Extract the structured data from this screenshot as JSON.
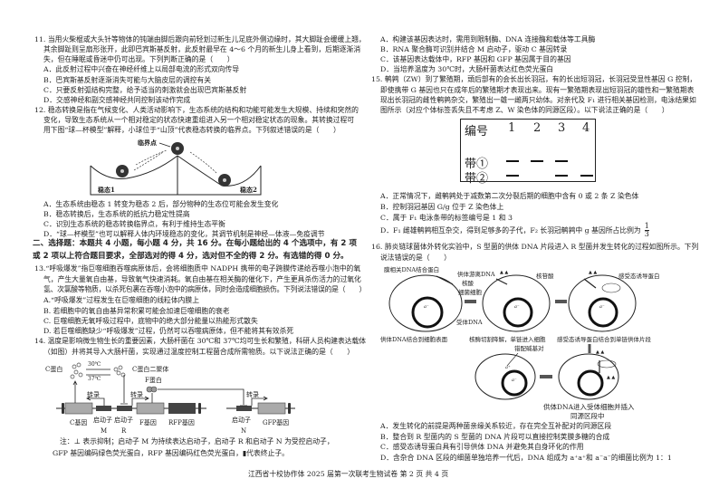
{
  "left": {
    "q11": [
      "11. 当用火柴棍或大头针等物体的钝端由脚后跟向前轻划过新生儿足底外侧边缘时，其大脚趾会缓缓上翘，",
      "其余脚趾则呈扇形张开，此即巴宾斯基反射，此反射最早在 4～6 个月的新生儿身上看到，后期逐渐消",
      "失，但在睡眠或昏迷中仍可出现。下列判断正确的是（　　）",
      "A．此反射过程中兴奋在神经纤维上以局部电流的形式双向传导",
      "B．巴宾斯基反射逐渐消失可能与大脑皮层的调控有关",
      "C．只要反射弧结构完整，给予适当的刺激就会出现巴宾斯基反射",
      "D．交感神经和副交感神经共同控制该动作完成"
    ],
    "q12": [
      "12. 稳态转换是指在气候变化、人类活动影响下，生态系统的结构和功能可能发生大规模、持续和突然的",
      "变化，导致生态系统从一个相对稳定的状态快速重组进入另一个相对稳定状态的现象。其转换过程可",
      "用下图“球—杯模型”解释，小球位于“山顶”代表稳态转换的临界点。下列叙述错误的是（　　）"
    ],
    "q12_fig": {
      "critical": "临界点",
      "state1": "稳态1",
      "state2": "稳态2"
    },
    "q12_opts": [
      "A．生态系统由稳态 1 转变为稳态 2 后，部分物种的生态位可能会发生变化",
      "B．稳态转换后，生态系统的抵抗力稳定性提高",
      "C．识别生态系统的稳态转换临界点，有利于维持生态平衡",
      "D．“球—杯模型”也可以解释人体内环境稳态的变化，其调节机制是神经—体液—免疫调节"
    ],
    "section2": [
      "二、选择题：本题共 4 小题，每小题 4 分，共 16 分。在每小题给出的 4 个选项中，有 2 项",
      "或 2 项以上符合题目要求，全部选对的得 4 分，选对但不全的得 2 分。有选错的得 0 分。"
    ],
    "q13": [
      "13.“呼吸爆发”指巨噬细胞吞噬病原体后，会将细胞质中 NADPH 携带的电子跨膜传递给吞噬小泡中的氧",
      "气，产生大量氧自由基，导致氧气快速消耗。氧自由基在相关酶的催化下，产生更具杀伤活力的过氧化",
      "氢、次氯酸等物质，以杀死包裹在吞噬小泡中的病原体，同时会造成细胞损伤。下列说法错误的是（　　）",
      "A.“呼吸爆发”过程发生在巨噬细胞的线粒体内膜上",
      "B. 若细胞中的氧自由基异常积累可能会加速巨噬细胞的衰老",
      "C. 巨噬细胞无氧呼吸过程中，底物中的绝大部分能量以热能形式散失",
      "D. 若巨噬细胞缺少“呼吸爆发”过程，仍然可以吞噬病原体，但不能将其有效杀死"
    ],
    "q14": [
      "14. 温度是影响微生物生长的重要因素，大肠杆菌在 30℃和 37℃均可生长和繁殖，科研人员构建表达载体",
      "（如图）并将其导入大肠杆菌，实现通过温度控制工程菌合成所需物质。以下说法正确的是（　　）"
    ],
    "q14_fig": {
      "c_protein": "C蛋白",
      "t30": "30℃",
      "t37": "37℃",
      "dimer": "C蛋白二聚体",
      "f_protein": "F蛋白",
      "transcribe": "转录",
      "c_gene": "C基因",
      "promoter": "启动子",
      "m": "M",
      "r": "R",
      "n": "N",
      "f_gene": "F基因",
      "rfp_gene": "RFP基因",
      "gfp_gene": "GFP基因"
    },
    "q14_note": [
      "注：⊥ 表示抑制；启动子 M 为持续表达启动子，启动子 R 和启动子 N 为受控启动子，",
      "GFP 基因编码绿色荧光蛋白，RFP 基因编码红色荧光蛋白，▮代表终止子。"
    ]
  },
  "right": {
    "q14_opts": [
      "A．构建该基因表达时，需用到限制酶、DNA 连接酶和载体等工具酶",
      "B．RNA 聚合酶可识别并结合 M 启动子，驱动 C 基因转录",
      "C．该基因表达载体中，RFP 基因和 GFP 基因属于目的基因",
      "D．当培养温度为 30℃时，大肠杆菌表达红色荧光蛋白"
    ],
    "q15": [
      "15. 鹌鹑（ZW）到了繁殖期，頭后部有的会长出长羽冠，有的长出短羽冠，长羽冠受显性基因 G 控制，",
      "即使携带 G 基因也只在成年后的繁殖期才表现出来。现有一繁殖期表现出短羽冠的雄性和一繁殖期表",
      "现出长羽冠的雌性鹌鹑杂交，繁殖出一雄一雌两只幼体。对亲代及 F₁ 进行相关基因检测，电泳结果如",
      "图所示（对应个体标签丢失且不考虑 Z、W 染色体的同源区段）。以下说法正确的是（　　）"
    ],
    "q15_table": {
      "header": "编号",
      "cols": [
        "1",
        "2",
        "3",
        "4"
      ],
      "band1": "带①",
      "band2": "带②",
      "band1_present": [
        true,
        true,
        true,
        false
      ],
      "band2_present": [
        true,
        false,
        true,
        true
      ]
    },
    "q15_opts": [
      "A．正常情况下，雌鹌鹑处于减数第二次分裂后期的细胞中含有 0 或 2 条 Z 染色体",
      "B．控制羽冠基因 G/g 位于 Z 染色体上",
      "C．属于 F₁ 电泳条带的标签编号是 1 和 3",
      "D．F₁ 雌雄鹌鹑相互杂交，得到足够多的子代，F₂ 长羽冠鹌鹑中 g 基因所占比例为"
    ],
    "q15_frac": {
      "num": "1",
      "den": "3"
    },
    "q16": [
      "16. 肺炎链球菌体外转化实验中，S 型菌的供体 DNA 片段进入 R 型菌并发生转化的过程如图所示。下列",
      "说法错误的是（　　）"
    ],
    "q16_fig": {
      "membrane_protein": "膜相关DNA结合蛋白",
      "free_dna": "供体游离DNA",
      "nuclease": "核酸",
      "bacterium": "细菌细胞",
      "recipient": "受体DNA",
      "nucleotide": "核苷酸",
      "inducer": "感受态诱导蛋白",
      "mismatch": "错配碱基对",
      "cap1": "供体DNA结合到细胞表面",
      "cap2": "核酶切割降解，单链进入细胞",
      "cap3": "感受态诱导蛋白结合到单链供体片段",
      "cap4a": "供体DNA进入受体细胞并插入",
      "cap4b": "同源区段中",
      "a_plus": "a⁺",
      "a_minus": "a⁻"
    },
    "q16_opts": [
      "A．发生转化的前提是两种菌亲缘关系较近，存在完全互补配对的同源区段",
      "B．整合到 R 型菌内的 S 型菌的 DNA 片段可以直接控制荚膜多糖的合成",
      "C．感受态诱导蛋白具有引导供体 DNA 并避免其自身环化的作用",
      "D．含杂合 DNA 区段的细菌单独培养一代后，DNA 组成为 a⁺a⁺和 a⁻a⁻的细菌比例为 1：1"
    ]
  },
  "footer": "江西省十校协作体 2025 届第一次联考生物试卷  第 2 页  共 4 页"
}
